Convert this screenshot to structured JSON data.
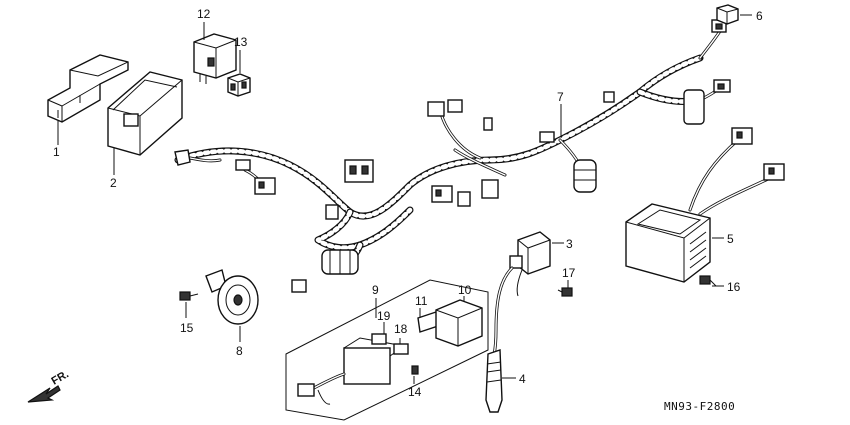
{
  "diagram": {
    "callouts": [
      {
        "id": "c1",
        "label": "1"
      },
      {
        "id": "c2",
        "label": "2"
      },
      {
        "id": "c3",
        "label": "3"
      },
      {
        "id": "c4",
        "label": "4"
      },
      {
        "id": "c5",
        "label": "5"
      },
      {
        "id": "c6",
        "label": "6"
      },
      {
        "id": "c7",
        "label": "7"
      },
      {
        "id": "c8",
        "label": "8"
      },
      {
        "id": "c9",
        "label": "9"
      },
      {
        "id": "c10",
        "label": "10"
      },
      {
        "id": "c11",
        "label": "11"
      },
      {
        "id": "c12",
        "label": "12"
      },
      {
        "id": "c13",
        "label": "13"
      },
      {
        "id": "c14",
        "label": "14"
      },
      {
        "id": "c15",
        "label": "15"
      },
      {
        "id": "c16",
        "label": "16"
      },
      {
        "id": "c17",
        "label": "17"
      },
      {
        "id": "c18",
        "label": "18"
      },
      {
        "id": "c19",
        "label": "19"
      }
    ],
    "direction_label": "FR.",
    "drawing_code": "MN93-F2800"
  }
}
